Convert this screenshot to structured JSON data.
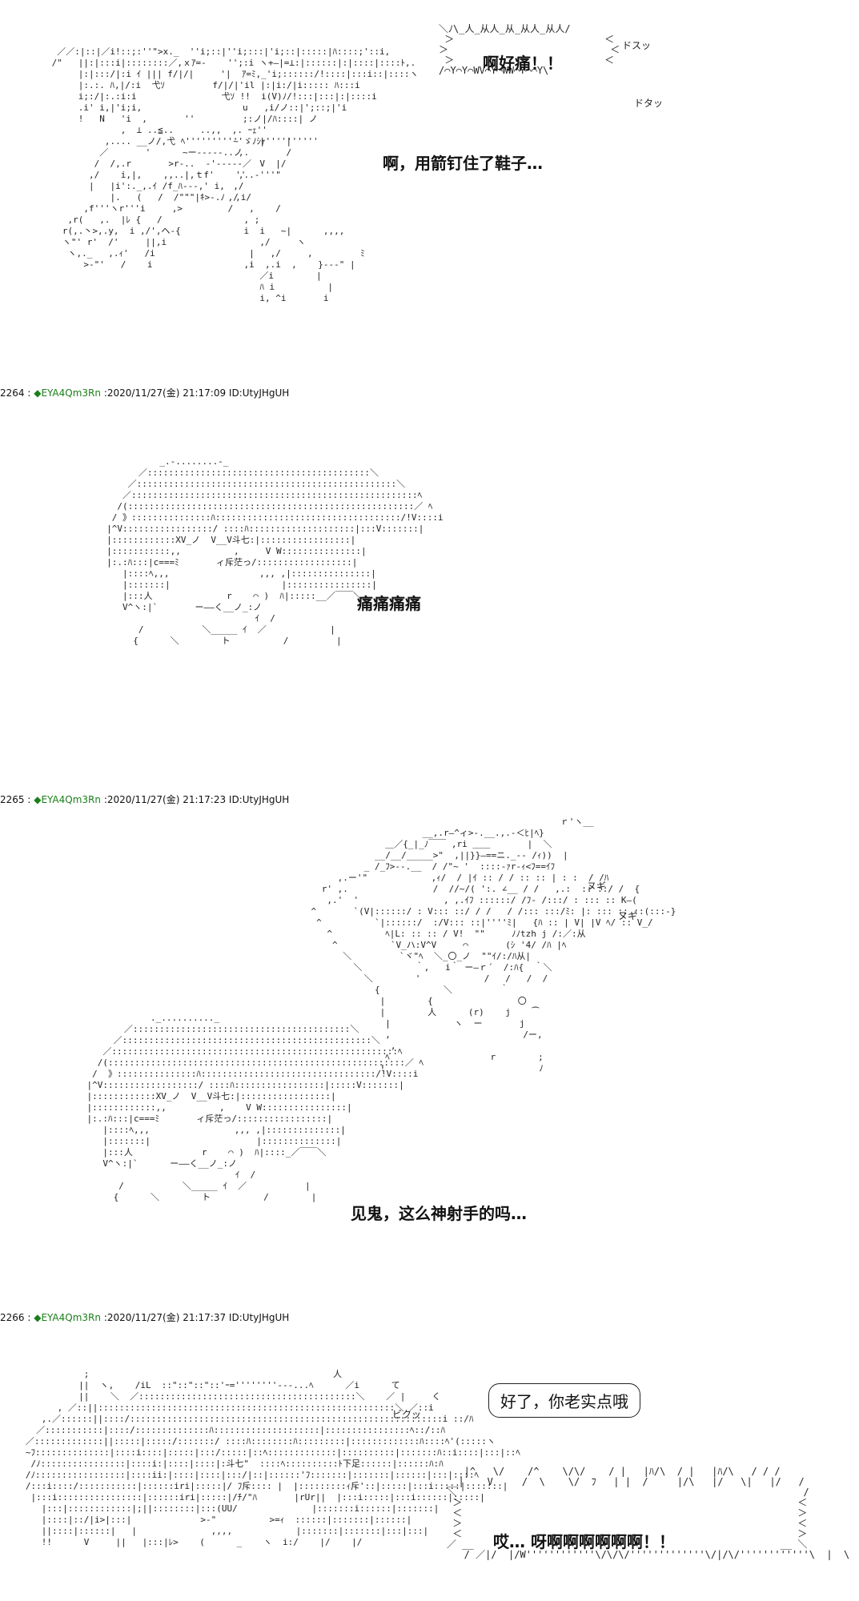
{
  "panel1": {
    "bubble_text": "啊好痛！！",
    "sfx_1": "ドスッ",
    "sfx_2": "ドタッ",
    "caption": "啊，用箭钉住了鞋子…"
  },
  "posts": [
    {
      "number": "2264",
      "trip": "◆EYA4Qm3Rn",
      "datetime": ":2020/11/27(金) 21:17:09",
      "id": "ID:UtyJHgUH"
    },
    {
      "number": "2265",
      "trip": "◆EYA4Qm3Rn",
      "datetime": ":2020/11/27(金) 21:17:23",
      "id": "ID:UtyJHgUH"
    },
    {
      "number": "2266",
      "trip": "◆EYA4Qm3Rn",
      "datetime": ":2020/11/27(金) 21:17:37",
      "id": "ID:UtyJHgUH"
    }
  ],
  "panel2": {
    "caption": "痛痛痛痛"
  },
  "panel3": {
    "sfx_1": "ヌギ",
    "sfx_2": "ヌギ",
    "caption": "见鬼，这么神射手的吗…"
  },
  "panel4": {
    "sfx": "ビクッ",
    "bubble_text": "好了，你老实点哦",
    "shout_text": "哎… 呀啊啊啊啊啊啊！！"
  }
}
